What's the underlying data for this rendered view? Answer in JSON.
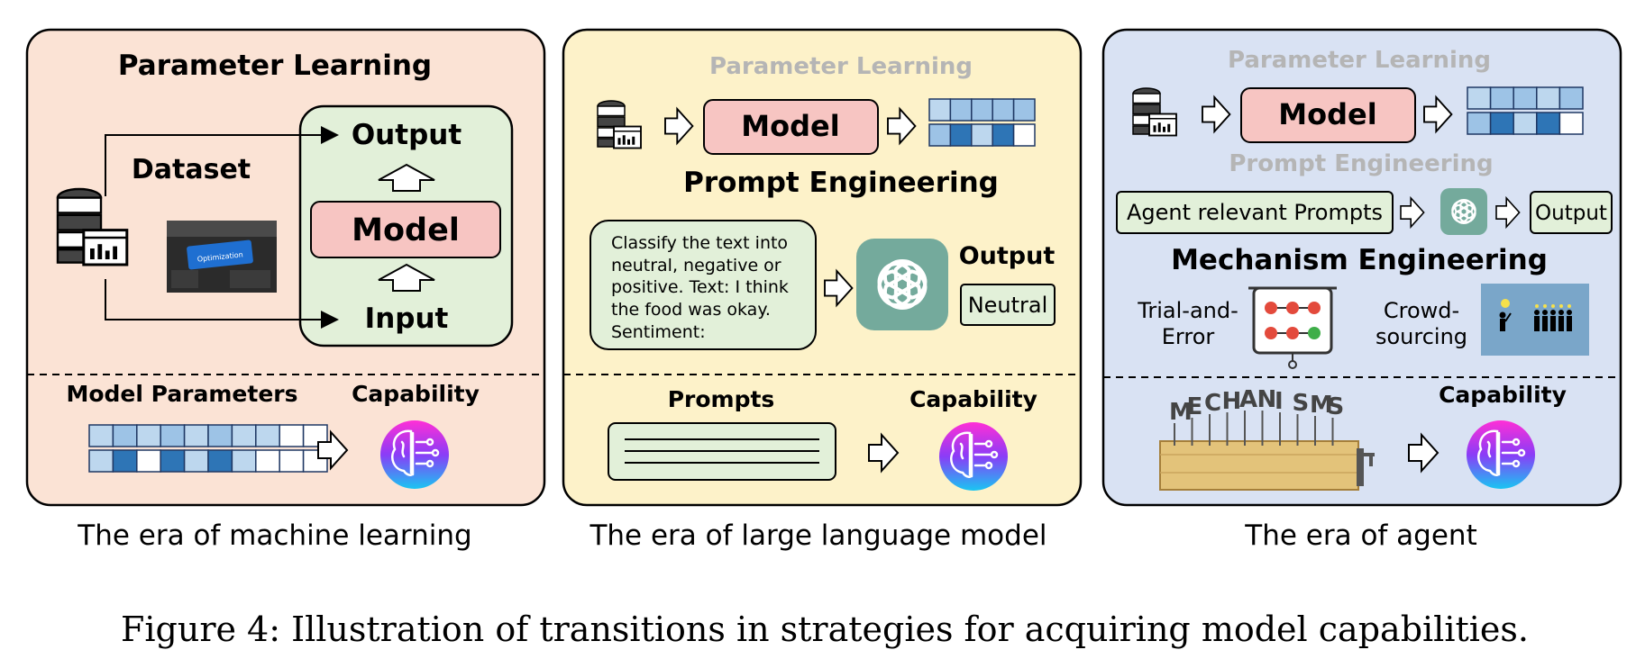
{
  "panels": {
    "ml": {
      "title": "Parameter Learning",
      "dataset_label": "Dataset",
      "photo_label": "Optimization",
      "output_label": "Output",
      "model_label": "Model",
      "input_label": "Input",
      "params_label": "Model Parameters",
      "capability_label": "Capability",
      "era_label": "The era of machine learning"
    },
    "llm": {
      "faded_title": "Parameter Learning",
      "model_label": "Model",
      "title": "Prompt Engineering",
      "prompt_lines": [
        "Classify  the text into",
        "neutral, negative or",
        "positive. Text: I think",
        "the food was okay.",
        "Sentiment:"
      ],
      "output_label": "Output",
      "output_value": "Neutral",
      "prompts_label": "Prompts",
      "capability_label": "Capability",
      "era_label": "The era of large language model"
    },
    "agent": {
      "faded_title": "Parameter Learning",
      "model_label": "Model",
      "faded_subtitle": "Prompt Engineering",
      "prompts_box": "Agent relevant Prompts",
      "output_box": "Output",
      "title": "Mechanism Engineering",
      "trial_line1": "Trial-and-",
      "trial_line2": "Error",
      "crowd_line1": "Crowd-",
      "crowd_line2": "sourcing",
      "mechanisms_letters": [
        "M",
        "E",
        "C",
        "H",
        "A",
        "N",
        "I",
        "S",
        "M",
        "S"
      ],
      "capability_label": "Capability",
      "era_label": "The era of agent"
    }
  },
  "figure_caption": "Figure 4: Illustration of transitions in strategies for acquiring model capabilities.",
  "colors": {
    "ml_bg": "#fbe3d5",
    "llm_bg": "#fdf2c9",
    "agent_bg": "#d9e2f3",
    "green_box": "#e2f0d9",
    "model_box": "#f7c5c2",
    "blue_light": "#bdd7ee",
    "blue_mid": "#9dc3e6",
    "blue_dark": "#2e75b6",
    "faded_text": "#b5b5b5"
  }
}
